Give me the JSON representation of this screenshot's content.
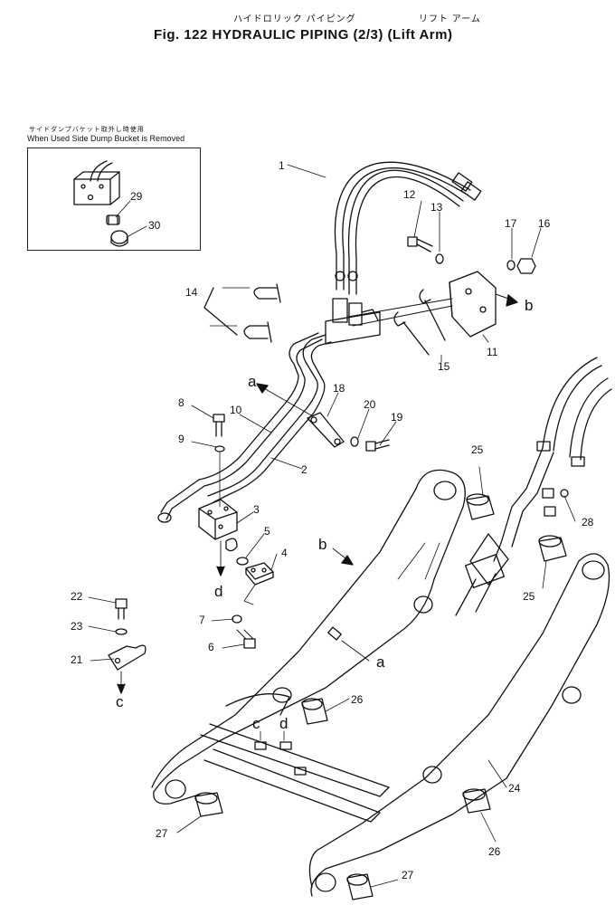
{
  "header": {
    "jp_left": "ハイドロリック パイピング",
    "jp_right": "リフト アーム",
    "title": "Fig. 122   HYDRAULIC PIPING (2/3) (Lift Arm)"
  },
  "inset": {
    "jp_note": "サイドダンプバケット取外し時使用",
    "caption": "When Used Side Dump Bucket is Removed",
    "parts": [
      "29",
      "30"
    ]
  },
  "callouts": [
    "1",
    "2",
    "3",
    "4",
    "5",
    "6",
    "7",
    "8",
    "9",
    "10",
    "11",
    "12",
    "13",
    "14",
    "15",
    "16",
    "17",
    "18",
    "19",
    "20",
    "21",
    "22",
    "23",
    "24",
    "25",
    "25",
    "26",
    "26",
    "27",
    "27",
    "28"
  ],
  "letters": [
    "a",
    "a",
    "b",
    "b",
    "c",
    "c",
    "d",
    "d"
  ]
}
